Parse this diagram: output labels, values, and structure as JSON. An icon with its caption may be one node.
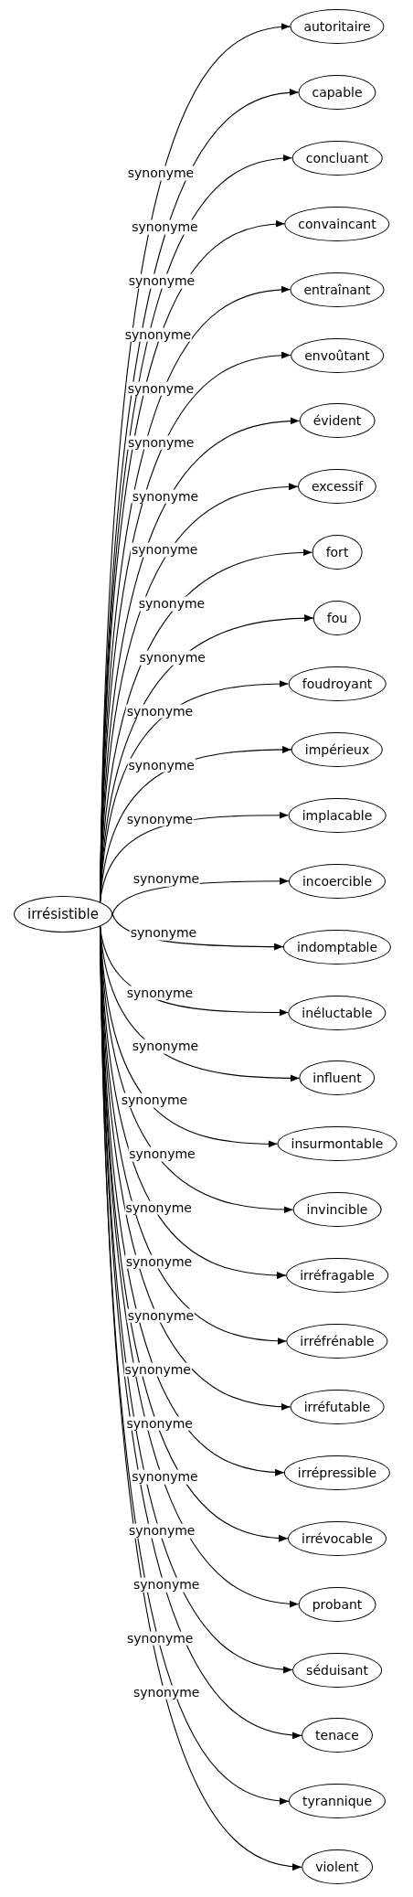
{
  "diagram": {
    "nodes": [
      {
        "text": [
          "irrésistible"
        ]
      },
      {
        "text": [
          "autoritaire"
        ]
      },
      {
        "text": [
          "capable"
        ]
      },
      {
        "text": [
          "concluant"
        ]
      },
      {
        "text": [
          "convaincant"
        ]
      },
      {
        "text": [
          "entraînant"
        ]
      },
      {
        "text": [
          "envoûtant"
        ]
      },
      {
        "text": [
          "évident"
        ]
      },
      {
        "text": [
          "excessif"
        ]
      },
      {
        "text": [
          "fort"
        ]
      },
      {
        "text": [
          "fou"
        ]
      },
      {
        "text": [
          "foudroyant"
        ]
      },
      {
        "text": [
          "impérieux"
        ]
      },
      {
        "text": [
          "implacable"
        ]
      },
      {
        "text": [
          "incoercible"
        ]
      },
      {
        "text": [
          "indomptable"
        ]
      },
      {
        "text": [
          "inéluctable"
        ]
      },
      {
        "text": [
          "influent"
        ]
      },
      {
        "text": [
          "insurmontable"
        ]
      },
      {
        "text": [
          "invincible"
        ]
      },
      {
        "text": [
          "irréfragable"
        ]
      },
      {
        "text": [
          "irréfrénable"
        ]
      },
      {
        "text": [
          "irréfutable"
        ]
      },
      {
        "text": [
          "irrépressible"
        ]
      },
      {
        "text": [
          "irrévocable"
        ]
      },
      {
        "text": [
          "probant"
        ]
      },
      {
        "text": [
          "séduisant"
        ]
      },
      {
        "text": [
          "tenace"
        ]
      },
      {
        "text": [
          "tyrannique"
        ]
      },
      {
        "text": [
          "violent"
        ]
      }
    ],
    "edges": [
      {
        "from": 0,
        "to": 1,
        "arrow": "to",
        "label": "synonyme"
      },
      {
        "from": 0,
        "to": 2,
        "arrow": "to",
        "label": "synonyme"
      },
      {
        "from": 0,
        "to": 3,
        "arrow": "to",
        "label": "synonyme"
      },
      {
        "from": 0,
        "to": 4,
        "arrow": "to",
        "label": "synonyme"
      },
      {
        "from": 0,
        "to": 5,
        "arrow": "to",
        "label": "synonyme"
      },
      {
        "from": 0,
        "to": 6,
        "arrow": "to",
        "label": "synonyme"
      },
      {
        "from": 0,
        "to": 7,
        "arrow": "to",
        "label": "synonyme"
      },
      {
        "from": 0,
        "to": 8,
        "arrow": "to",
        "label": "synonyme"
      },
      {
        "from": 0,
        "to": 9,
        "arrow": "to",
        "label": "synonyme"
      },
      {
        "from": 0,
        "to": 10,
        "arrow": "to",
        "label": "synonyme"
      },
      {
        "from": 0,
        "to": 11,
        "arrow": "to",
        "label": "synonyme"
      },
      {
        "from": 0,
        "to": 12,
        "arrow": "to",
        "label": "synonyme"
      },
      {
        "from": 0,
        "to": 13,
        "arrow": "to",
        "label": "synonyme"
      },
      {
        "from": 0,
        "to": 14,
        "arrow": "to",
        "label": "synonyme"
      },
      {
        "from": 0,
        "to": 15,
        "arrow": "to",
        "label": "synonyme"
      },
      {
        "from": 0,
        "to": 16,
        "arrow": "to",
        "label": "synonyme"
      },
      {
        "from": 0,
        "to": 17,
        "arrow": "to",
        "label": "synonyme"
      },
      {
        "from": 0,
        "to": 18,
        "arrow": "to",
        "label": "synonyme"
      },
      {
        "from": 0,
        "to": 19,
        "arrow": "to",
        "label": "synonyme"
      },
      {
        "from": 0,
        "to": 20,
        "arrow": "to",
        "label": "synonyme"
      },
      {
        "from": 0,
        "to": 21,
        "arrow": "to",
        "label": "synonyme"
      },
      {
        "from": 0,
        "to": 22,
        "arrow": "to",
        "label": "synonyme"
      },
      {
        "from": 0,
        "to": 23,
        "arrow": "to",
        "label": "synonyme"
      },
      {
        "from": 0,
        "to": 24,
        "arrow": "to",
        "label": "synonyme"
      },
      {
        "from": 0,
        "to": 25,
        "arrow": "to",
        "label": "synonyme"
      },
      {
        "from": 0,
        "to": 26,
        "arrow": "to",
        "label": "synonyme"
      },
      {
        "from": 0,
        "to": 27,
        "arrow": "to",
        "label": "synonyme"
      },
      {
        "from": 0,
        "to": 28,
        "arrow": "to",
        "label": "synonyme"
      },
      {
        "from": 0,
        "to": 29,
        "arrow": "to",
        "label": "synonyme"
      }
    ]
  }
}
